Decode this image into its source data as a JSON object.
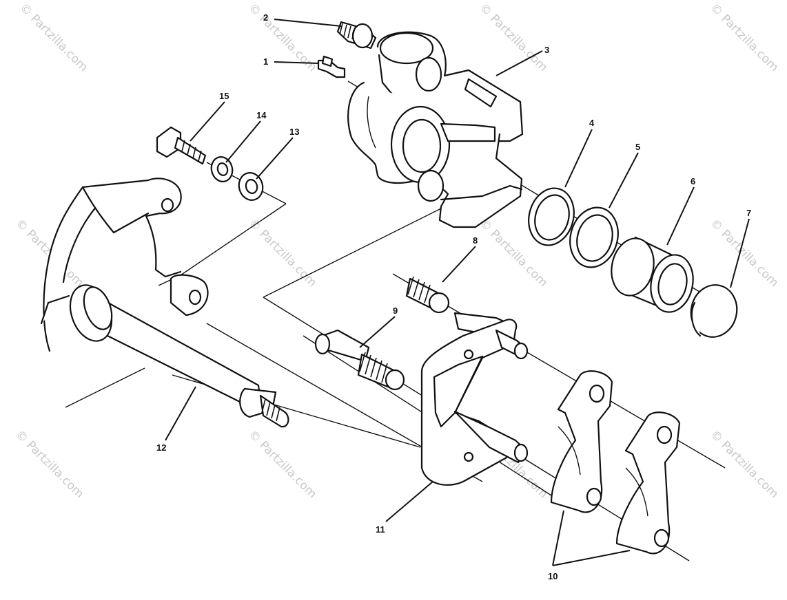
{
  "watermark": {
    "text": "© Partzilla.com",
    "color": "#c9c9c9"
  },
  "diagram": {
    "line_color": "#111111",
    "callouts": [
      {
        "id": "1",
        "label": "1"
      },
      {
        "id": "2",
        "label": "2"
      },
      {
        "id": "3",
        "label": "3"
      },
      {
        "id": "4",
        "label": "4"
      },
      {
        "id": "5",
        "label": "5"
      },
      {
        "id": "6",
        "label": "6"
      },
      {
        "id": "7",
        "label": "7"
      },
      {
        "id": "8",
        "label": "8"
      },
      {
        "id": "9",
        "label": "9"
      },
      {
        "id": "10",
        "label": "10"
      },
      {
        "id": "11",
        "label": "11"
      },
      {
        "id": "12",
        "label": "12"
      },
      {
        "id": "13",
        "label": "13"
      },
      {
        "id": "14",
        "label": "14"
      },
      {
        "id": "15",
        "label": "15"
      }
    ]
  }
}
